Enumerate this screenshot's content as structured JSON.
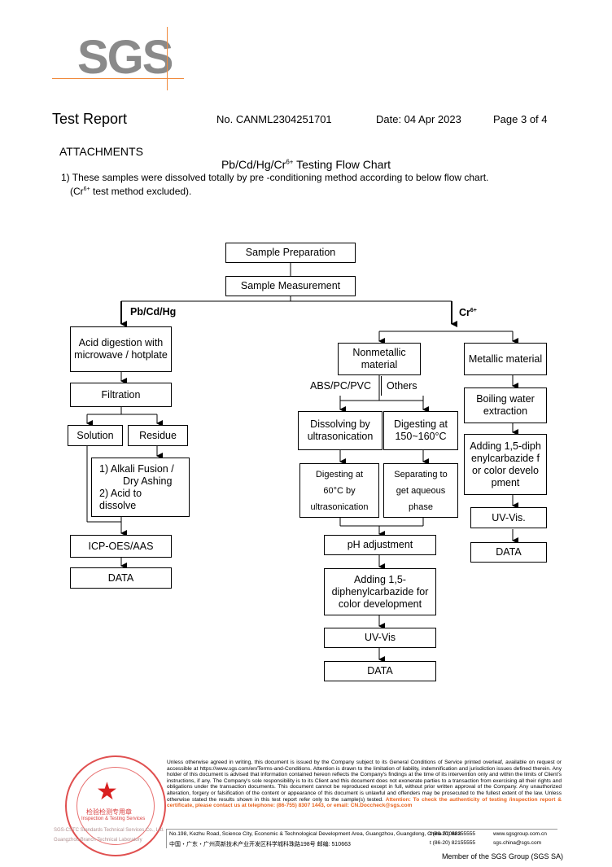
{
  "logo": {
    "text": "SGS"
  },
  "header": {
    "title": "Test Report",
    "number": "No. CANML2304251701",
    "date": "Date: 04 Apr 2023",
    "page": "Page 3 of 4"
  },
  "attachments": "ATTACHMENTS",
  "flowchart": {
    "title_main": "Pb/Cd/Hg/Cr",
    "title_sup": "6+",
    "title_end": " Testing Flow Chart",
    "note1": "1) These samples were dissolved totally by pre -conditioning method according to below flow chart.",
    "note2_a": "(Cr",
    "note2_sup": "6+",
    "note2_b": " test method excluded).",
    "sample_prep": "Sample Preparation",
    "sample_meas": "Sample Measurement",
    "branch_left": "Pb/Cd/Hg",
    "branch_right": "Cr",
    "branch_right_sup": "6+",
    "acid_digestion": "Acid digestion with microwave / hotplate",
    "filtration": "Filtration",
    "solution": "Solution",
    "residue": "Residue",
    "alkali_1": "1) Alkali Fusion /",
    "alkali_2": "Dry Ashing",
    "alkali_3": "2) Acid to",
    "alkali_4": "dissolve",
    "icp": "ICP-OES/AAS",
    "data_left": "DATA",
    "nonmetallic": "Nonmetallic material",
    "metallic": "Metallic material",
    "abs": "ABS/PC/PVC",
    "others": "Others",
    "dissolving": "Dissolving by ultrasonication",
    "digesting150": "Digesting at 150~160°C",
    "digesting60_1": "Digesting at",
    "digesting60_2": "60°C by",
    "digesting60_3": "ultrasonication",
    "separating_1": "Separating to",
    "separating_2": "get aqueous",
    "separating_3": "phase",
    "ph": "pH adjustment",
    "adding_mid": "Adding 1,5-diphenylcarbazide for color development",
    "uvvis_mid": "UV-Vis",
    "data_mid": "DATA",
    "boiling": "Boiling water extraction",
    "adding_right": "Adding 1,5-diphenylcarbazide for color development",
    "uvvis_right": "UV-Vis.",
    "data_right": "DATA"
  },
  "footer": {
    "disclaimer": "Unless otherwise agreed in writing, this document is issued by the Company subject to its General Conditions of Service printed overleaf, available on request or accessible at https://www.sgs.com/en/Terms-and-Conditions. Attention is drawn to the limitation of liability, indemnification and jurisdiction issues defined therein. Any holder of this document is advised that information contained hereon reflects the Company's findings at the time of its intervention only and within the limits of Client's instructions, if any. The Company's sole responsibility is to its Client and this document does not exonerate parties to a transaction from exercising all their rights and obligations under the transaction documents. This document cannot be reproduced except in full, without prior written approval of the Company. Any unauthorized alteration, forgery or falsification of the content or appearance of this document is unlawful and offenders may be prosecuted to the fullest extent of the law. Unless otherwise stated the results shown in this test report refer only to the sample(s) tested.",
    "attention": "Attention: To check the authenticity of testing /inspection report & certificate, please contact us at telephone: (86-755) 8307 1443, or email: CN.Doccheck@sgs.com",
    "address_en": "No.198, Kezhu Road, Science City, Economic & Technological Development Area, Guangzhou, Guangdong, China 510663",
    "address_cn": "中国・广东・广州高新技术产业开发区科学城科珠路198号   邮编: 510663",
    "tel1": "t (86-20) 82155555",
    "tel2": "t (86-20) 82155555",
    "web": "www.sgsgroup.com.cn",
    "email": "sgs.china@sgs.com",
    "member": "Member of the SGS Group (SGS SA)",
    "stamp_cn": "检验检测专用章",
    "stamp_en": "Inspection & Testing Services",
    "stamp_left_1": "SGS-CSTC Standards Technical Services Co., Ltd.",
    "stamp_left_2": "Guangzhou Branch Technical Laboratory"
  },
  "colors": {
    "logo_gray": "#8a8a8a",
    "logo_orange": "#f08a3c",
    "attention_orange": "#e8641e",
    "stamp_red": "#d92020"
  }
}
